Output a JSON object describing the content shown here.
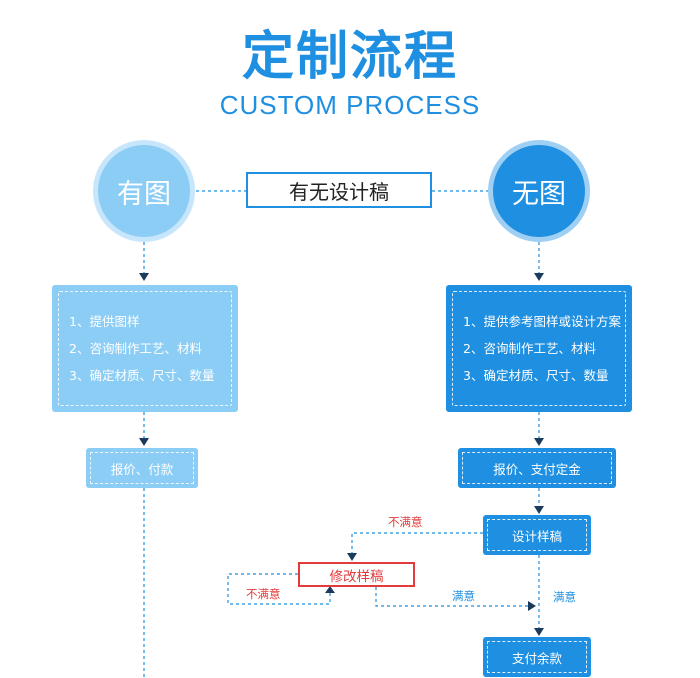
{
  "header": {
    "title_cn": "定制流程",
    "title_en": "CUSTOM PROCESS"
  },
  "branches": {
    "left_label": "有图",
    "right_label": "无图",
    "question": "有无设计稿"
  },
  "left_flow": {
    "steps": [
      "1、提供图样",
      "2、咨询制作工艺、材料",
      "3、确定材质、尺寸、数量"
    ],
    "payment": "报价、付款"
  },
  "right_flow": {
    "steps": [
      "1、提供参考图样或设计方案",
      "2、咨询制作工艺、材料",
      "3、确定材质、尺寸、数量"
    ],
    "payment": "报价、支付定金",
    "design": "设计样稿",
    "revise": "修改样稿",
    "unsatisfied_top": "不满意",
    "unsatisfied_loop": "不满意",
    "satisfied_from_revise": "满意",
    "satisfied_from_design": "满意",
    "final_payment": "支付余款"
  },
  "colors": {
    "primary": "#1e8fe1",
    "light": "#8ccdf5",
    "dark_line": "#1b3a5c",
    "alert": "#e23b3b"
  }
}
